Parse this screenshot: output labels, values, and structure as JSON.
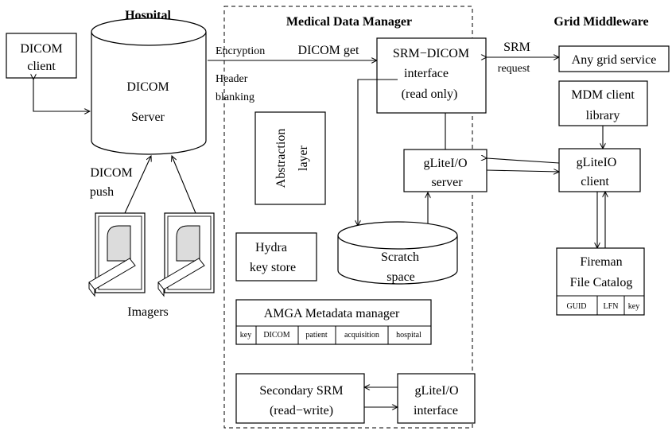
{
  "headings": {
    "hospital": "Hospital",
    "mdm": "Medical Data Manager",
    "grid": "Grid Middleware"
  },
  "dicom_client": [
    "DICOM",
    "client"
  ],
  "dicom_server": [
    "DICOM",
    "Server"
  ],
  "dicom_push": [
    "DICOM",
    "push"
  ],
  "imagers": "Imagers",
  "encryption": "Encryption",
  "dicom_get": "DICOM get",
  "header_blanking": [
    "Header",
    "blanking"
  ],
  "abstraction_layer": [
    "Abstraction",
    "layer"
  ],
  "hydra": [
    "Hydra",
    "key store"
  ],
  "srm_dicom": [
    "SRM−DICOM",
    "interface",
    "(read only)"
  ],
  "srm_request": [
    "SRM",
    "request"
  ],
  "any_grid_service": "Any grid service",
  "mdm_client_library": [
    "MDM client",
    "library"
  ],
  "glite_server": [
    "gLiteI/O",
    "server"
  ],
  "glite_client": [
    "gLiteIO",
    "client"
  ],
  "scratch": [
    "Scratch",
    "space"
  ],
  "fireman": {
    "lines": [
      "Fireman",
      "File Catalog"
    ],
    "columns": [
      "GUID",
      "LFN",
      "key"
    ]
  },
  "amga": {
    "title": "AMGA Metadata manager",
    "columns": [
      "key",
      "DICOM",
      "patient",
      "acquisition",
      "hospital"
    ]
  },
  "secondary_srm": [
    "Secondary SRM",
    "(read−write)"
  ],
  "glite_interface": [
    "gLiteI/O",
    "interface"
  ]
}
